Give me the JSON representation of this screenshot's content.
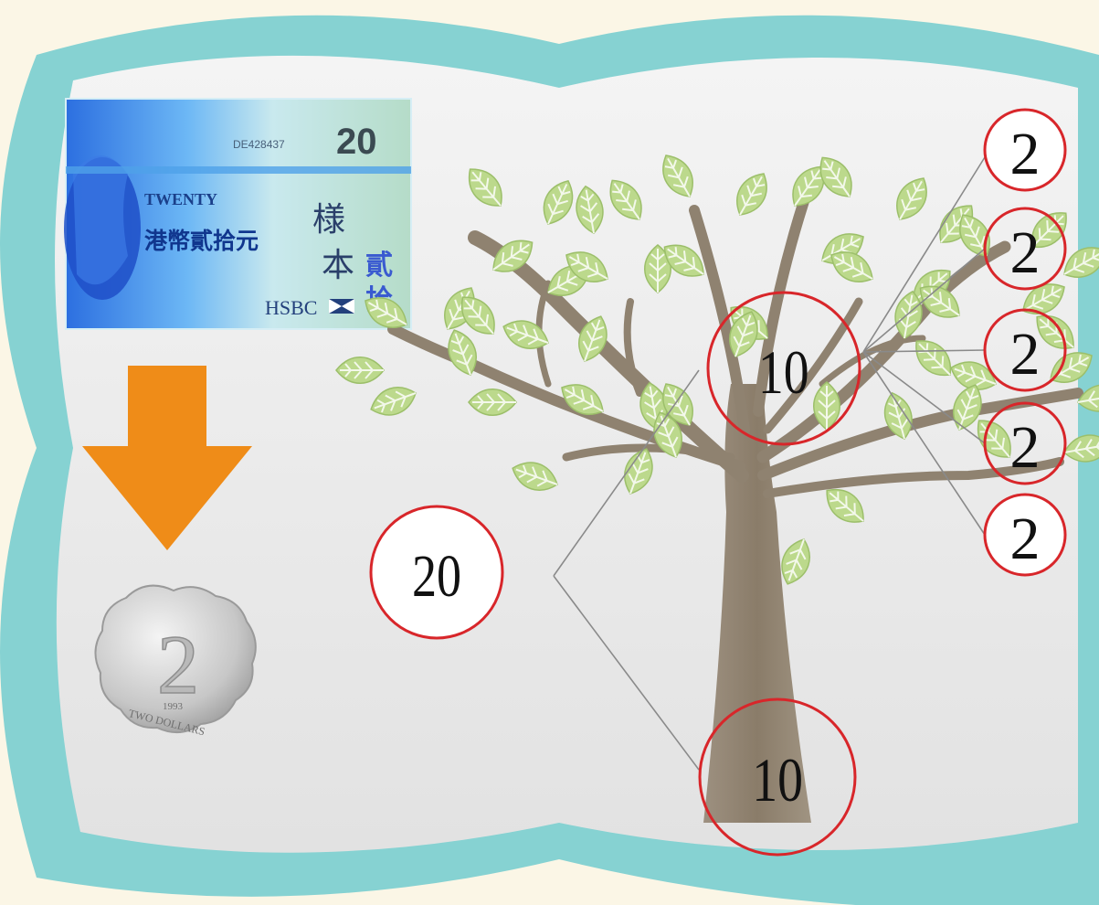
{
  "colors": {
    "page_background": "#fbf6e6",
    "frame": "#86d2d2",
    "panel": "#ececec",
    "circle_stroke": "#d8262a",
    "arrow": "#ef8c18",
    "leaf": "#bcd98c",
    "trunk": "#8f8270",
    "banknote": "#3a8fe6",
    "coin": "#c9c9c9"
  },
  "banknote": {
    "value": "20",
    "serial": "DE428437",
    "word": "TWENTY",
    "chinese_amount": "港幣貳拾元",
    "specimen_1": "様",
    "specimen_2": "本",
    "chinese_numeral_1": "貳",
    "chinese_numeral_2": "拾",
    "bank": "HSBC"
  },
  "coin": {
    "value": "2",
    "year": "1993",
    "legend": "TWO DOLLARS"
  },
  "tree": {
    "left_circle": "20",
    "upper_circle": "10",
    "lower_circle": "10",
    "right_circles": [
      "2",
      "2",
      "2",
      "2",
      "2"
    ]
  }
}
